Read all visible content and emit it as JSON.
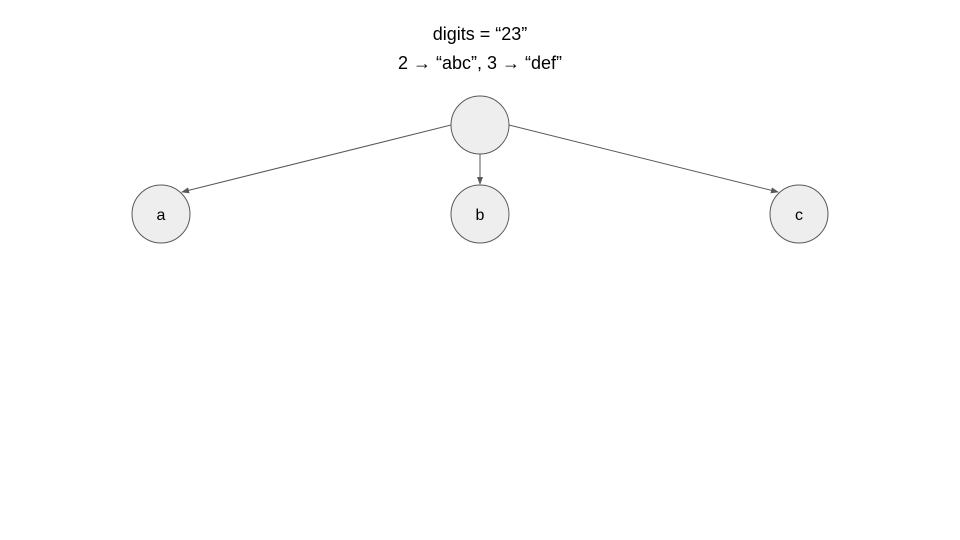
{
  "header": {
    "line1": "digits = “23”",
    "line2": "2 → “abc”, 3 → “def”"
  },
  "tree": {
    "root": {
      "label": ""
    },
    "children": [
      {
        "label": "a"
      },
      {
        "label": "b"
      },
      {
        "label": "c"
      }
    ]
  },
  "colors": {
    "node_fill": "#eeeeee",
    "stroke": "#595959"
  }
}
